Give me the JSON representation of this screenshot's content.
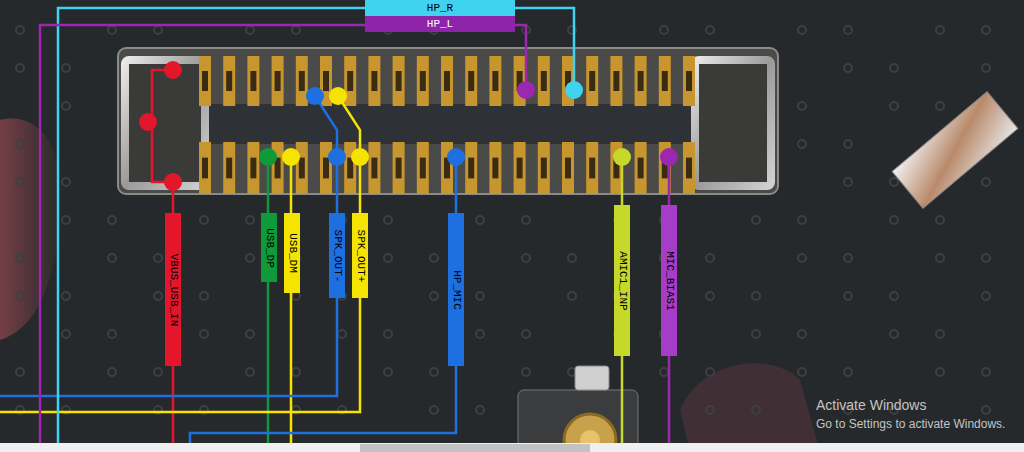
{
  "diagram": {
    "nodes": [
      {
        "text": [
          "HP_R"
        ]
      },
      {
        "text": [
          "HP_L"
        ]
      },
      {
        "text": [
          "VBUS_USB_IN"
        ]
      },
      {
        "text": [
          "USB_DP"
        ]
      },
      {
        "text": [
          "USB_DM"
        ]
      },
      {
        "text": [
          "SPK_OUT-"
        ]
      },
      {
        "text": [
          "SPK_OUT+"
        ]
      },
      {
        "text": [
          "HP_MIC"
        ]
      },
      {
        "text": [
          "AMIC1_INP"
        ]
      },
      {
        "text": [
          "MIC_BIAS1"
        ]
      }
    ],
    "labels": [
      "Activate Windows",
      "Go to Settings to activate Windows."
    ]
  }
}
